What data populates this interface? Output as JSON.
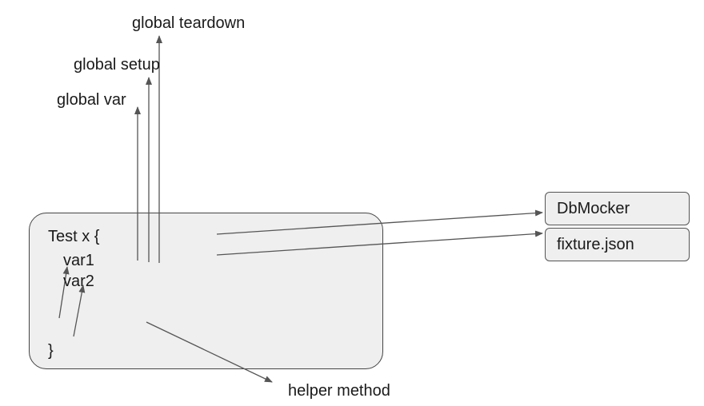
{
  "labels": {
    "global_teardown": "global teardown",
    "global_setup": "global setup",
    "global_var": "global var",
    "helper_method": "helper method"
  },
  "test_block": {
    "open": "Test x {",
    "var1": "var1",
    "var2": "var2",
    "close": "}"
  },
  "side_boxes": {
    "db_mocker": "DbMocker",
    "fixture": "fixture.json"
  },
  "colors": {
    "box_fill": "#efefef",
    "stroke": "#444444",
    "text": "#1a1a1a"
  }
}
